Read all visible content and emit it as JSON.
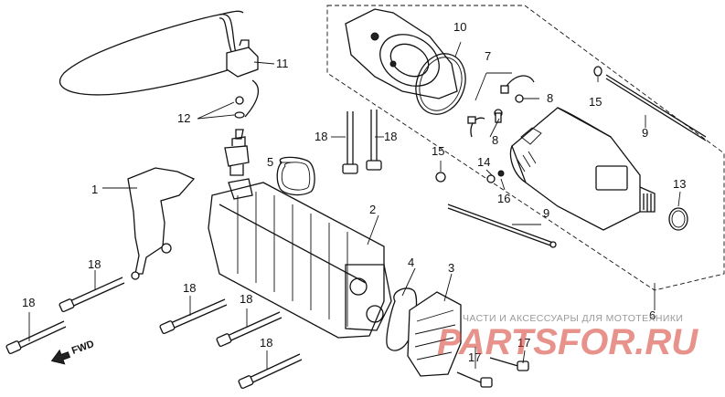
{
  "callouts": {
    "c1": "1",
    "c2": "2",
    "c3": "3",
    "c4": "4",
    "c5": "5",
    "c6": "6",
    "c7": "7",
    "c8a": "8",
    "c8b": "8",
    "c9a": "9",
    "c9b": "9",
    "c10": "10",
    "c11": "11",
    "c12": "12",
    "c13": "13",
    "c14": "14",
    "c15a": "15",
    "c15b": "15",
    "c16": "16",
    "c17a": "17",
    "c17b": "17",
    "c18a": "18",
    "c18b": "18",
    "c18c": "18",
    "c18d": "18",
    "c18e": "18",
    "c18f": "18",
    "c18g": "18"
  },
  "direction_marker": {
    "label": "FWD"
  },
  "watermark": {
    "caption": "ЧАСТИ И АКСЕССУАРЫ ДЛЯ МОТОТЕХНИКИ",
    "brand": "PARTSFOR.RU",
    "brand_color": "#d63a2f"
  }
}
